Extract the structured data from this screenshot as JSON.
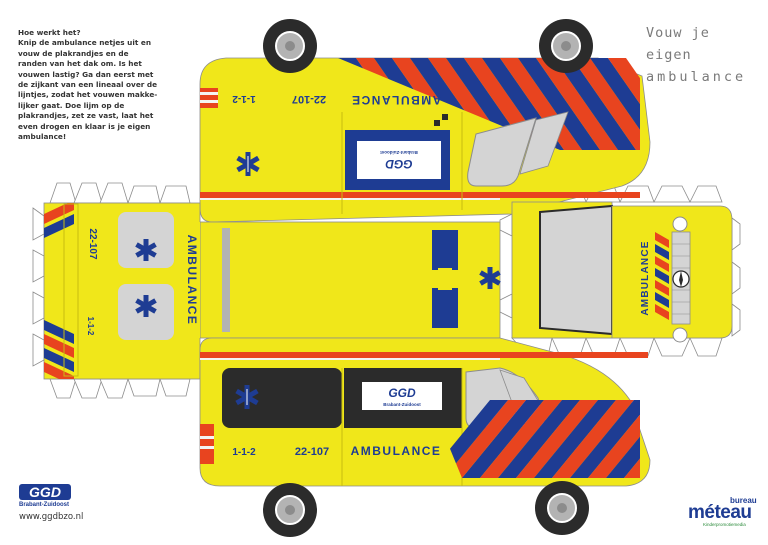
{
  "instructions": {
    "title": "Hoe werkt het?",
    "lines": [
      "Knip de ambulance netjes uit en",
      "vouw de plakrandjes en de",
      "randen van het dak om. Is het",
      "vouwen lastig? Ga dan eerst met",
      "de zijkant van een lineaal over de",
      "lijntjes, zodat het vouwen makke-",
      "lijker gaat. Doe lijm op de",
      "plakrandjes, zet ze vast, laat het",
      "even drogen en klaar is je eigen",
      "ambulance!"
    ]
  },
  "title": {
    "line1": "Vouw je eigen",
    "line2": "ambulance"
  },
  "vehicle": {
    "word": "AMBULANCE",
    "unit_number": "22-107",
    "emergency_number": "1-1-2",
    "ggd_logo": "GGD",
    "ggd_region": "Brabant-Zuidoost",
    "star_of_life_icon": "star-of-life-icon"
  },
  "footer": {
    "logo": "GGD",
    "logo_sub": "Brabant-Zuidoost",
    "website": "www.ggdbzo.nl",
    "agency_small": "bureau",
    "agency_name": "méteau",
    "agency_sub": "Kinderpromotiemedia"
  },
  "colors": {
    "yellow": "#f0e71a",
    "yellow_dark": "#e2d614",
    "blue": "#1e3c93",
    "red": "#e8441f",
    "gray": "#b3b3b3",
    "dark": "#2b2b2b",
    "window": "#d4d4d4"
  }
}
